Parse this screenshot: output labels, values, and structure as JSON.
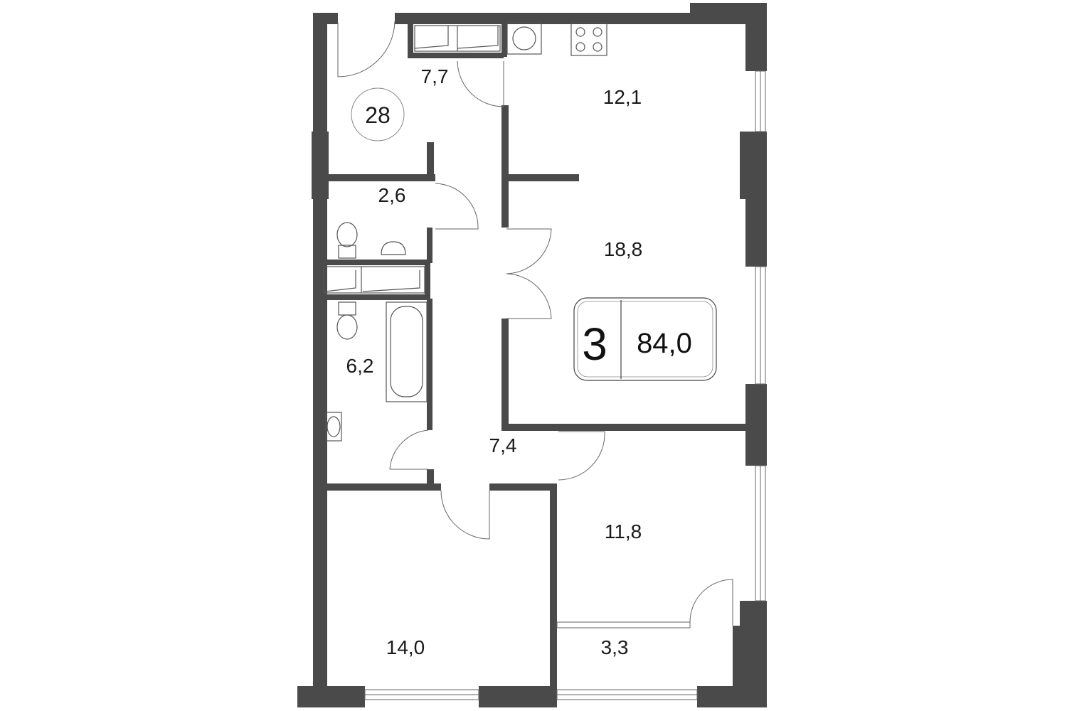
{
  "apartment": {
    "number": "28",
    "rooms_count": "3",
    "total_area": "84,0"
  },
  "rooms": {
    "hall_entry": "7,7",
    "kitchen": "12,1",
    "wc": "2,6",
    "living": "18,8",
    "bathroom": "6,2",
    "corridor": "7,4",
    "bedroom_right": "11,8",
    "bedroom_left": "14,0",
    "balcony": "3,3"
  },
  "colors": {
    "wall": "#4a4a4a",
    "line": "#555555",
    "background": "#ffffff"
  }
}
